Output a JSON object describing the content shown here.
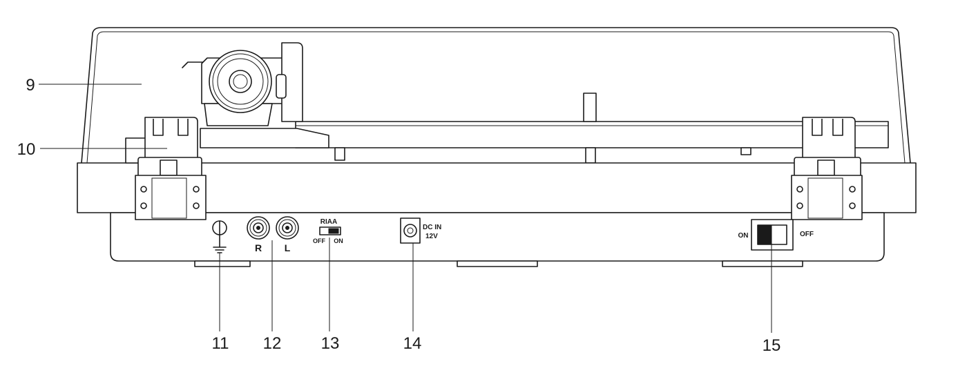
{
  "callouts": {
    "c9": "9",
    "c10": "10",
    "c11": "11",
    "c12": "12",
    "c13": "13",
    "c14": "14",
    "c15": "15"
  },
  "panel_labels": {
    "jack_right": "R",
    "jack_left": "L",
    "riaa_title": "RIAA",
    "riaa_off": "OFF",
    "riaa_on": "ON",
    "dc_in_line1": "DC IN",
    "dc_in_line2": "12V",
    "power_on": "ON",
    "power_off": "OFF"
  },
  "colors": {
    "line": "#1a1a1a",
    "background": "#ffffff"
  }
}
